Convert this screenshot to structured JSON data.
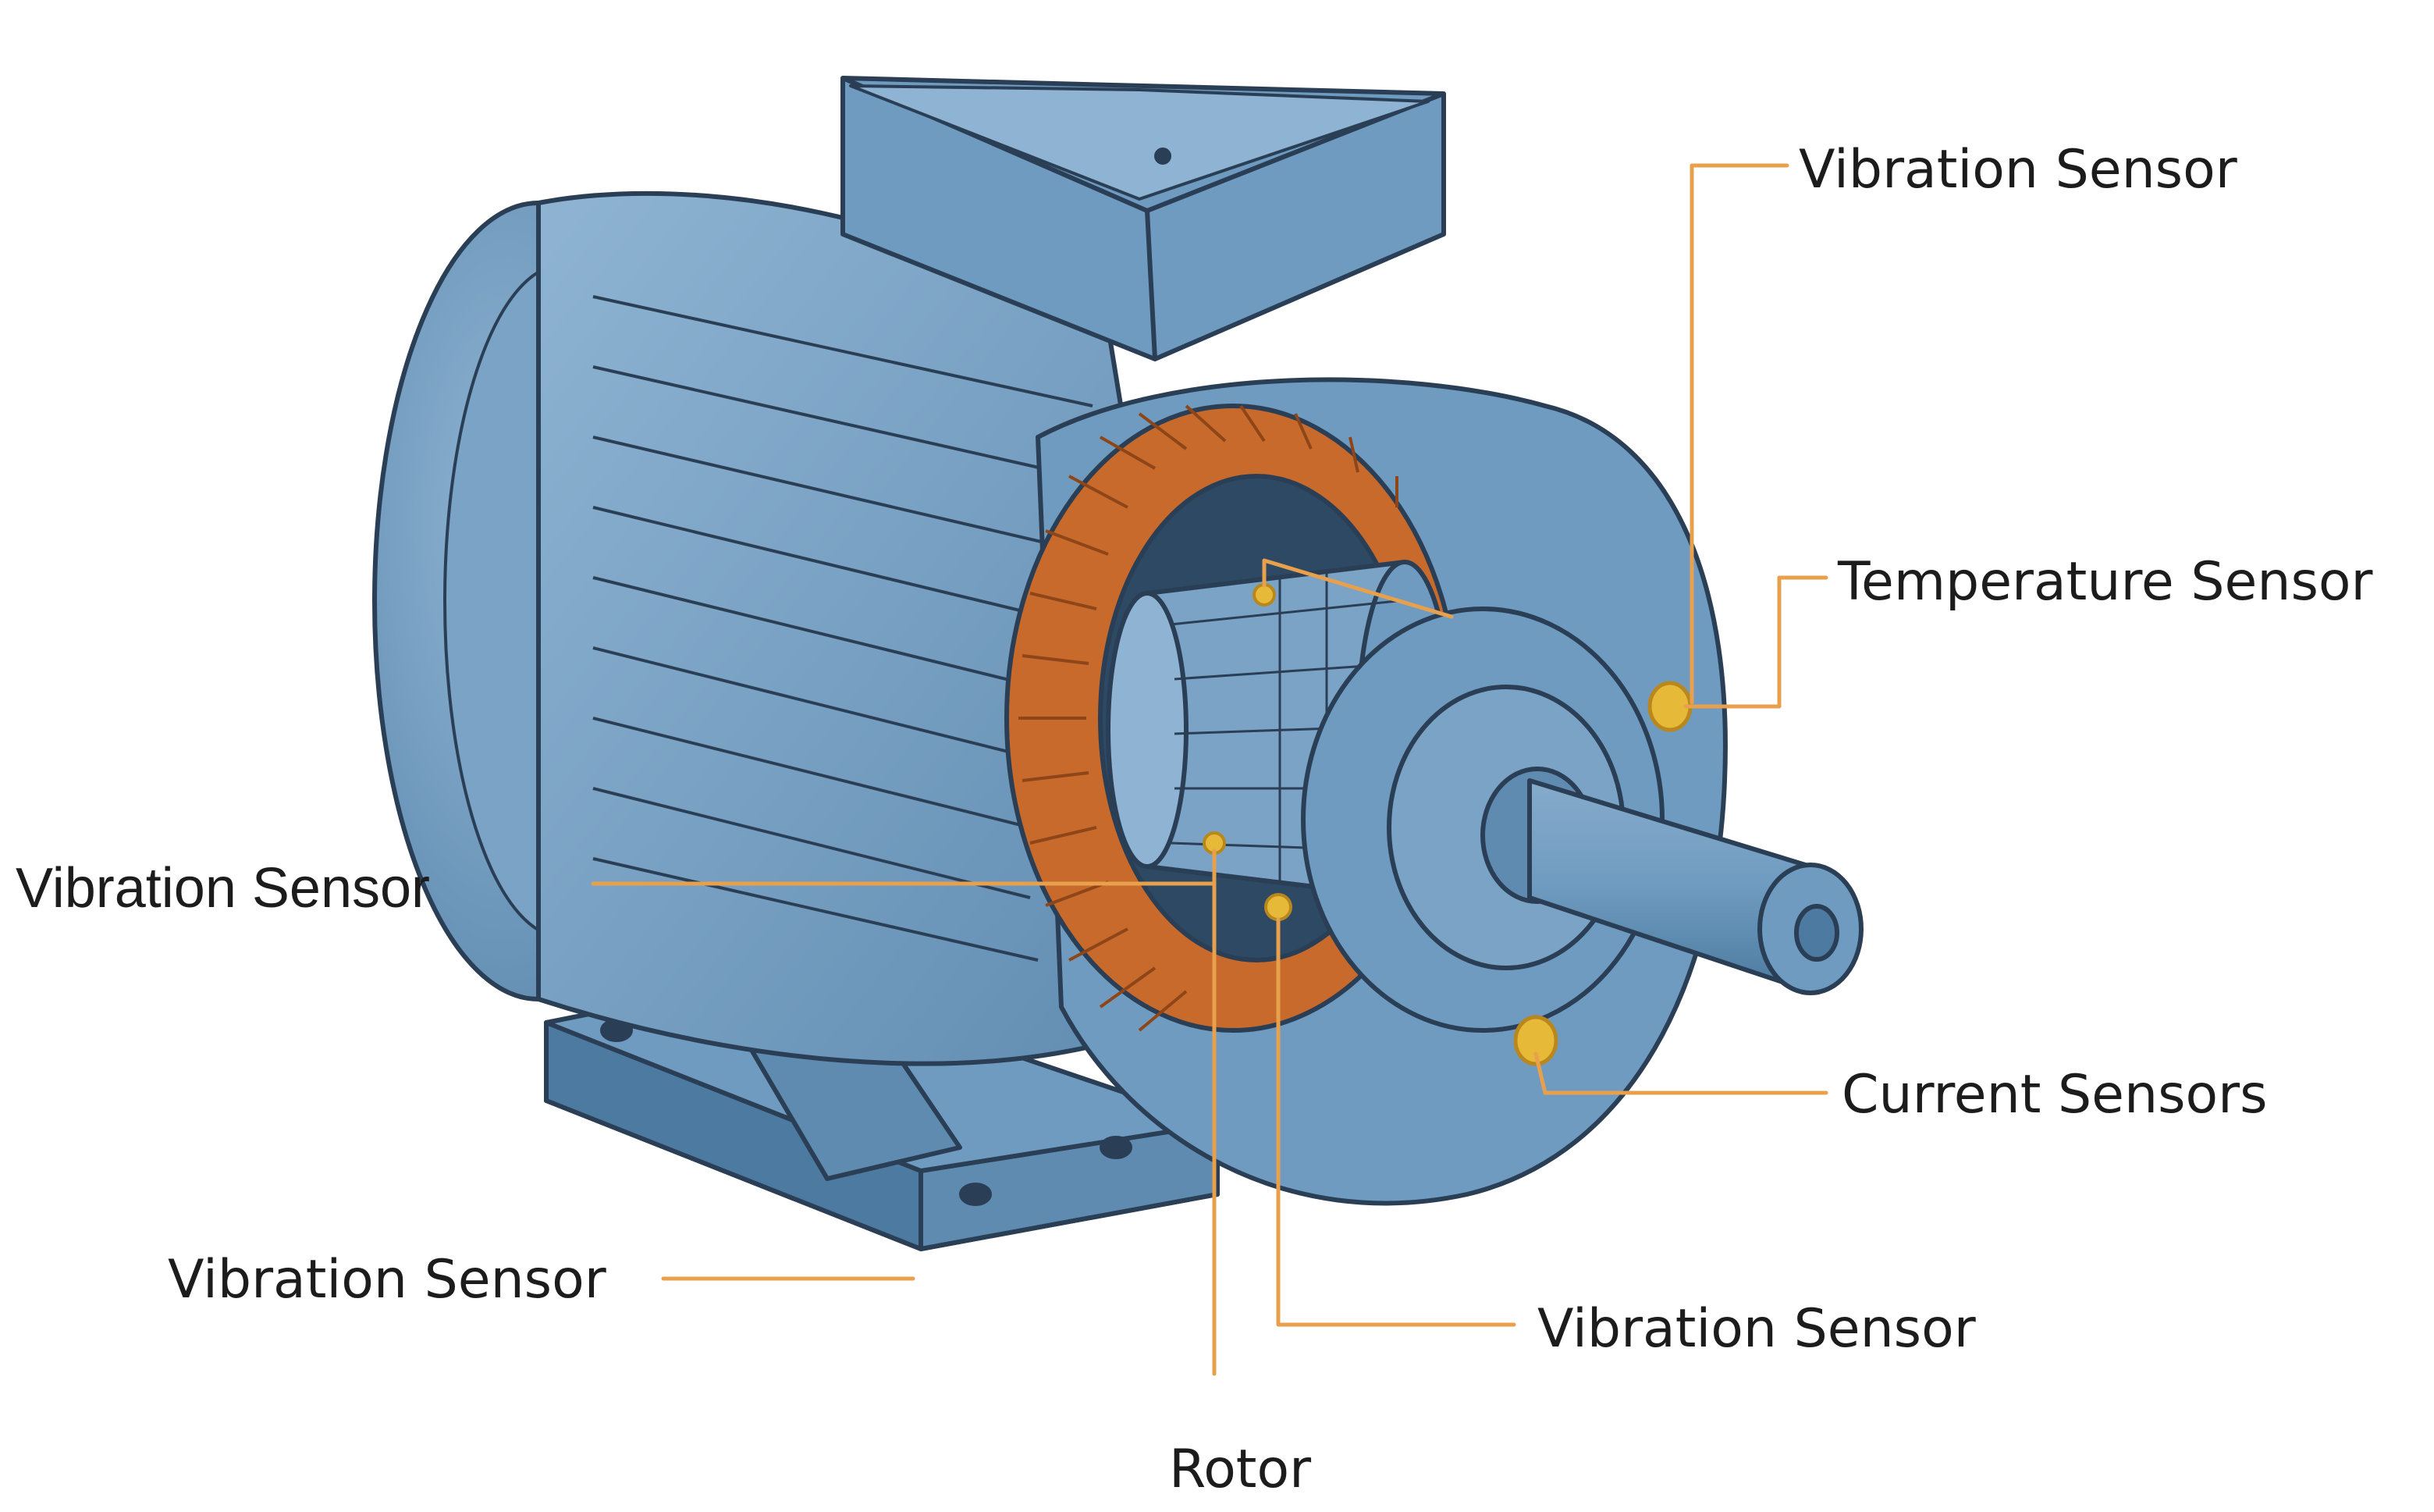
{
  "diagram": {
    "labels": {
      "vibration_top_right": "Vibration Sensor",
      "temperature": "Temperature Sensor",
      "vibration_left": "Vibration Sensor",
      "current": "Current Sensors",
      "vibration_bottom_left": "Vibration Sensor",
      "vibration_bottom_center": "Vibration Sensor",
      "rotor": "Rotor"
    },
    "colors": {
      "leader": "#e8a04c",
      "sensor": "#e6b938",
      "sensor_dark": "#b8871d",
      "housing": "#6f9bc0",
      "housing_light": "#8fb4d3",
      "housing_dark": "#4d7aa0",
      "outline": "#2a3f55",
      "winding": "#c86a2c",
      "winding_light": "#e08a45",
      "winding_dark": "#8e4518"
    },
    "icons": {
      "motor": "electric-motor-cutaway",
      "sensor": "sensor-dot"
    }
  }
}
